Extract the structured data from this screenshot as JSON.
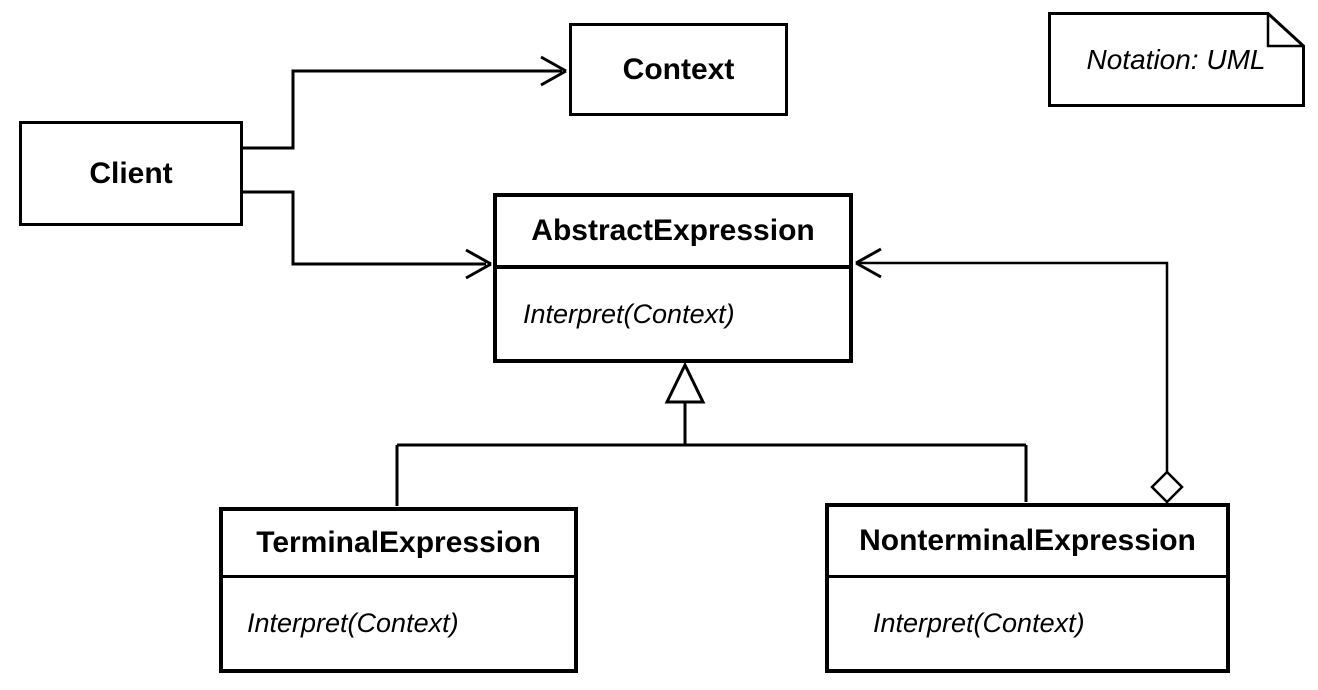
{
  "diagram": {
    "note": {
      "label": "Notation: UML"
    },
    "classes": {
      "client": {
        "name": "Client"
      },
      "context": {
        "name": "Context"
      },
      "abstract_expression": {
        "name": "AbstractExpression",
        "method": "Interpret(Context)"
      },
      "terminal_expression": {
        "name": "TerminalExpression",
        "method": "Interpret(Context)"
      },
      "nonterminal_expression": {
        "name": "NonterminalExpression",
        "method": "Interpret(Context)"
      }
    },
    "relationships": [
      {
        "from": "Client",
        "to": "Context",
        "type": "association",
        "end_marker": "open-arrowhead"
      },
      {
        "from": "Client",
        "to": "AbstractExpression",
        "type": "association",
        "end_marker": "open-arrowhead"
      },
      {
        "from": "NonterminalExpression",
        "to": "AbstractExpression",
        "type": "aggregation",
        "start_marker": "hollow-diamond",
        "end_marker": "open-arrowhead"
      },
      {
        "from": "TerminalExpression",
        "to": "AbstractExpression",
        "type": "generalization",
        "end_marker": "hollow-triangle"
      },
      {
        "from": "NonterminalExpression",
        "to": "AbstractExpression",
        "type": "generalization",
        "end_marker": "hollow-triangle"
      }
    ],
    "colors": {
      "stroke": "#000000",
      "background": "#ffffff",
      "text": "#000000"
    }
  }
}
